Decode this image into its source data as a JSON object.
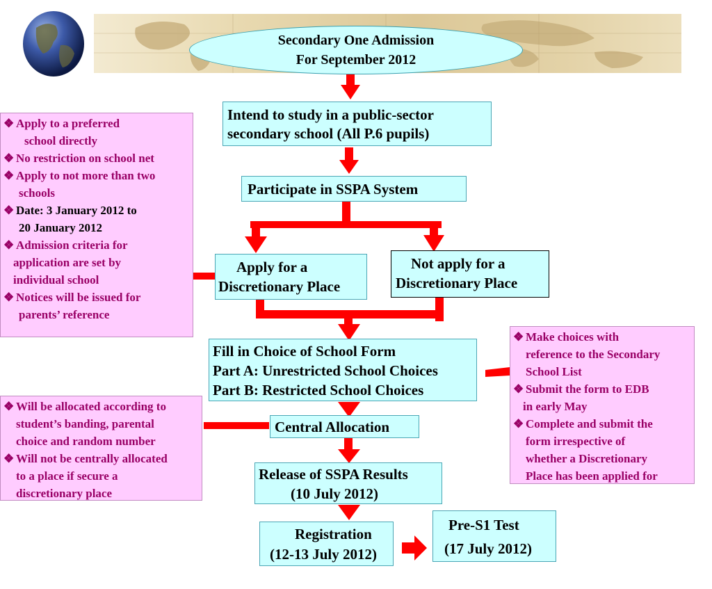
{
  "header": {
    "title_line1": "Secondary One Admission",
    "title_line2": "For September 2012"
  },
  "colors": {
    "box_fill": "#ccffff",
    "note_fill": "#ffccff",
    "note_text": "#990066",
    "arrow": "#ff0000"
  },
  "flow": {
    "intend": [
      "Intend to study in a  public-sector",
      "secondary school (All P.6 pupils)"
    ],
    "participate": "Participate in SSPA System",
    "apply_dp": [
      "Apply for a",
      "Discretionary Place"
    ],
    "not_apply_dp": [
      "Not apply for a",
      "Discretionary Place"
    ],
    "fill_form": [
      "Fill in Choice of School Form",
      "Part A: Unrestricted  School Choices",
      "Part B: Restricted School Choices"
    ],
    "central": "Central Allocation",
    "release": [
      "Release of SSPA Results",
      "(10 July 2012)"
    ],
    "registration": [
      "Registration",
      "(12-13 July 2012)"
    ],
    "pre_s1": [
      "Pre-S1 Test",
      "(17 July 2012)"
    ]
  },
  "notes": {
    "left_top": [
      {
        "lines": [
          "Apply to a preferred",
          " school directly"
        ],
        "color": "magenta"
      },
      {
        "lines": [
          " No restriction on school net"
        ],
        "color": "magenta"
      },
      {
        "lines": [
          " Apply to not more than two",
          "schools"
        ],
        "color": "magenta"
      },
      {
        "lines": [
          " Date: 3 January 2012 to",
          "20 January 2012"
        ],
        "color": "black"
      },
      {
        "lines": [
          "Admission criteria  for",
          "application are set by",
          "individual school"
        ],
        "color": "magenta"
      },
      {
        "lines": [
          "Notices will be issued  for",
          "  parents’ reference"
        ],
        "color": "magenta"
      }
    ],
    "right": [
      {
        "lines": [
          " Make choices with",
          "reference to the Secondary",
          "School List"
        ]
      },
      {
        "lines": [
          "Submit the form to EDB",
          "in early May"
        ]
      },
      {
        "lines": [
          "Complete and submit the",
          "form  irrespective of",
          "whether a Discretionary",
          "Place has been applied for"
        ]
      }
    ],
    "left_bottom": [
      {
        "lines": [
          "Will be allocated according to",
          "student’s banding, parental",
          "choice and random number"
        ]
      },
      {
        "lines": [
          "Will not be centrally allocated",
          "to a place if secure a",
          "discretionary place"
        ]
      }
    ]
  },
  "bullet": "❖"
}
